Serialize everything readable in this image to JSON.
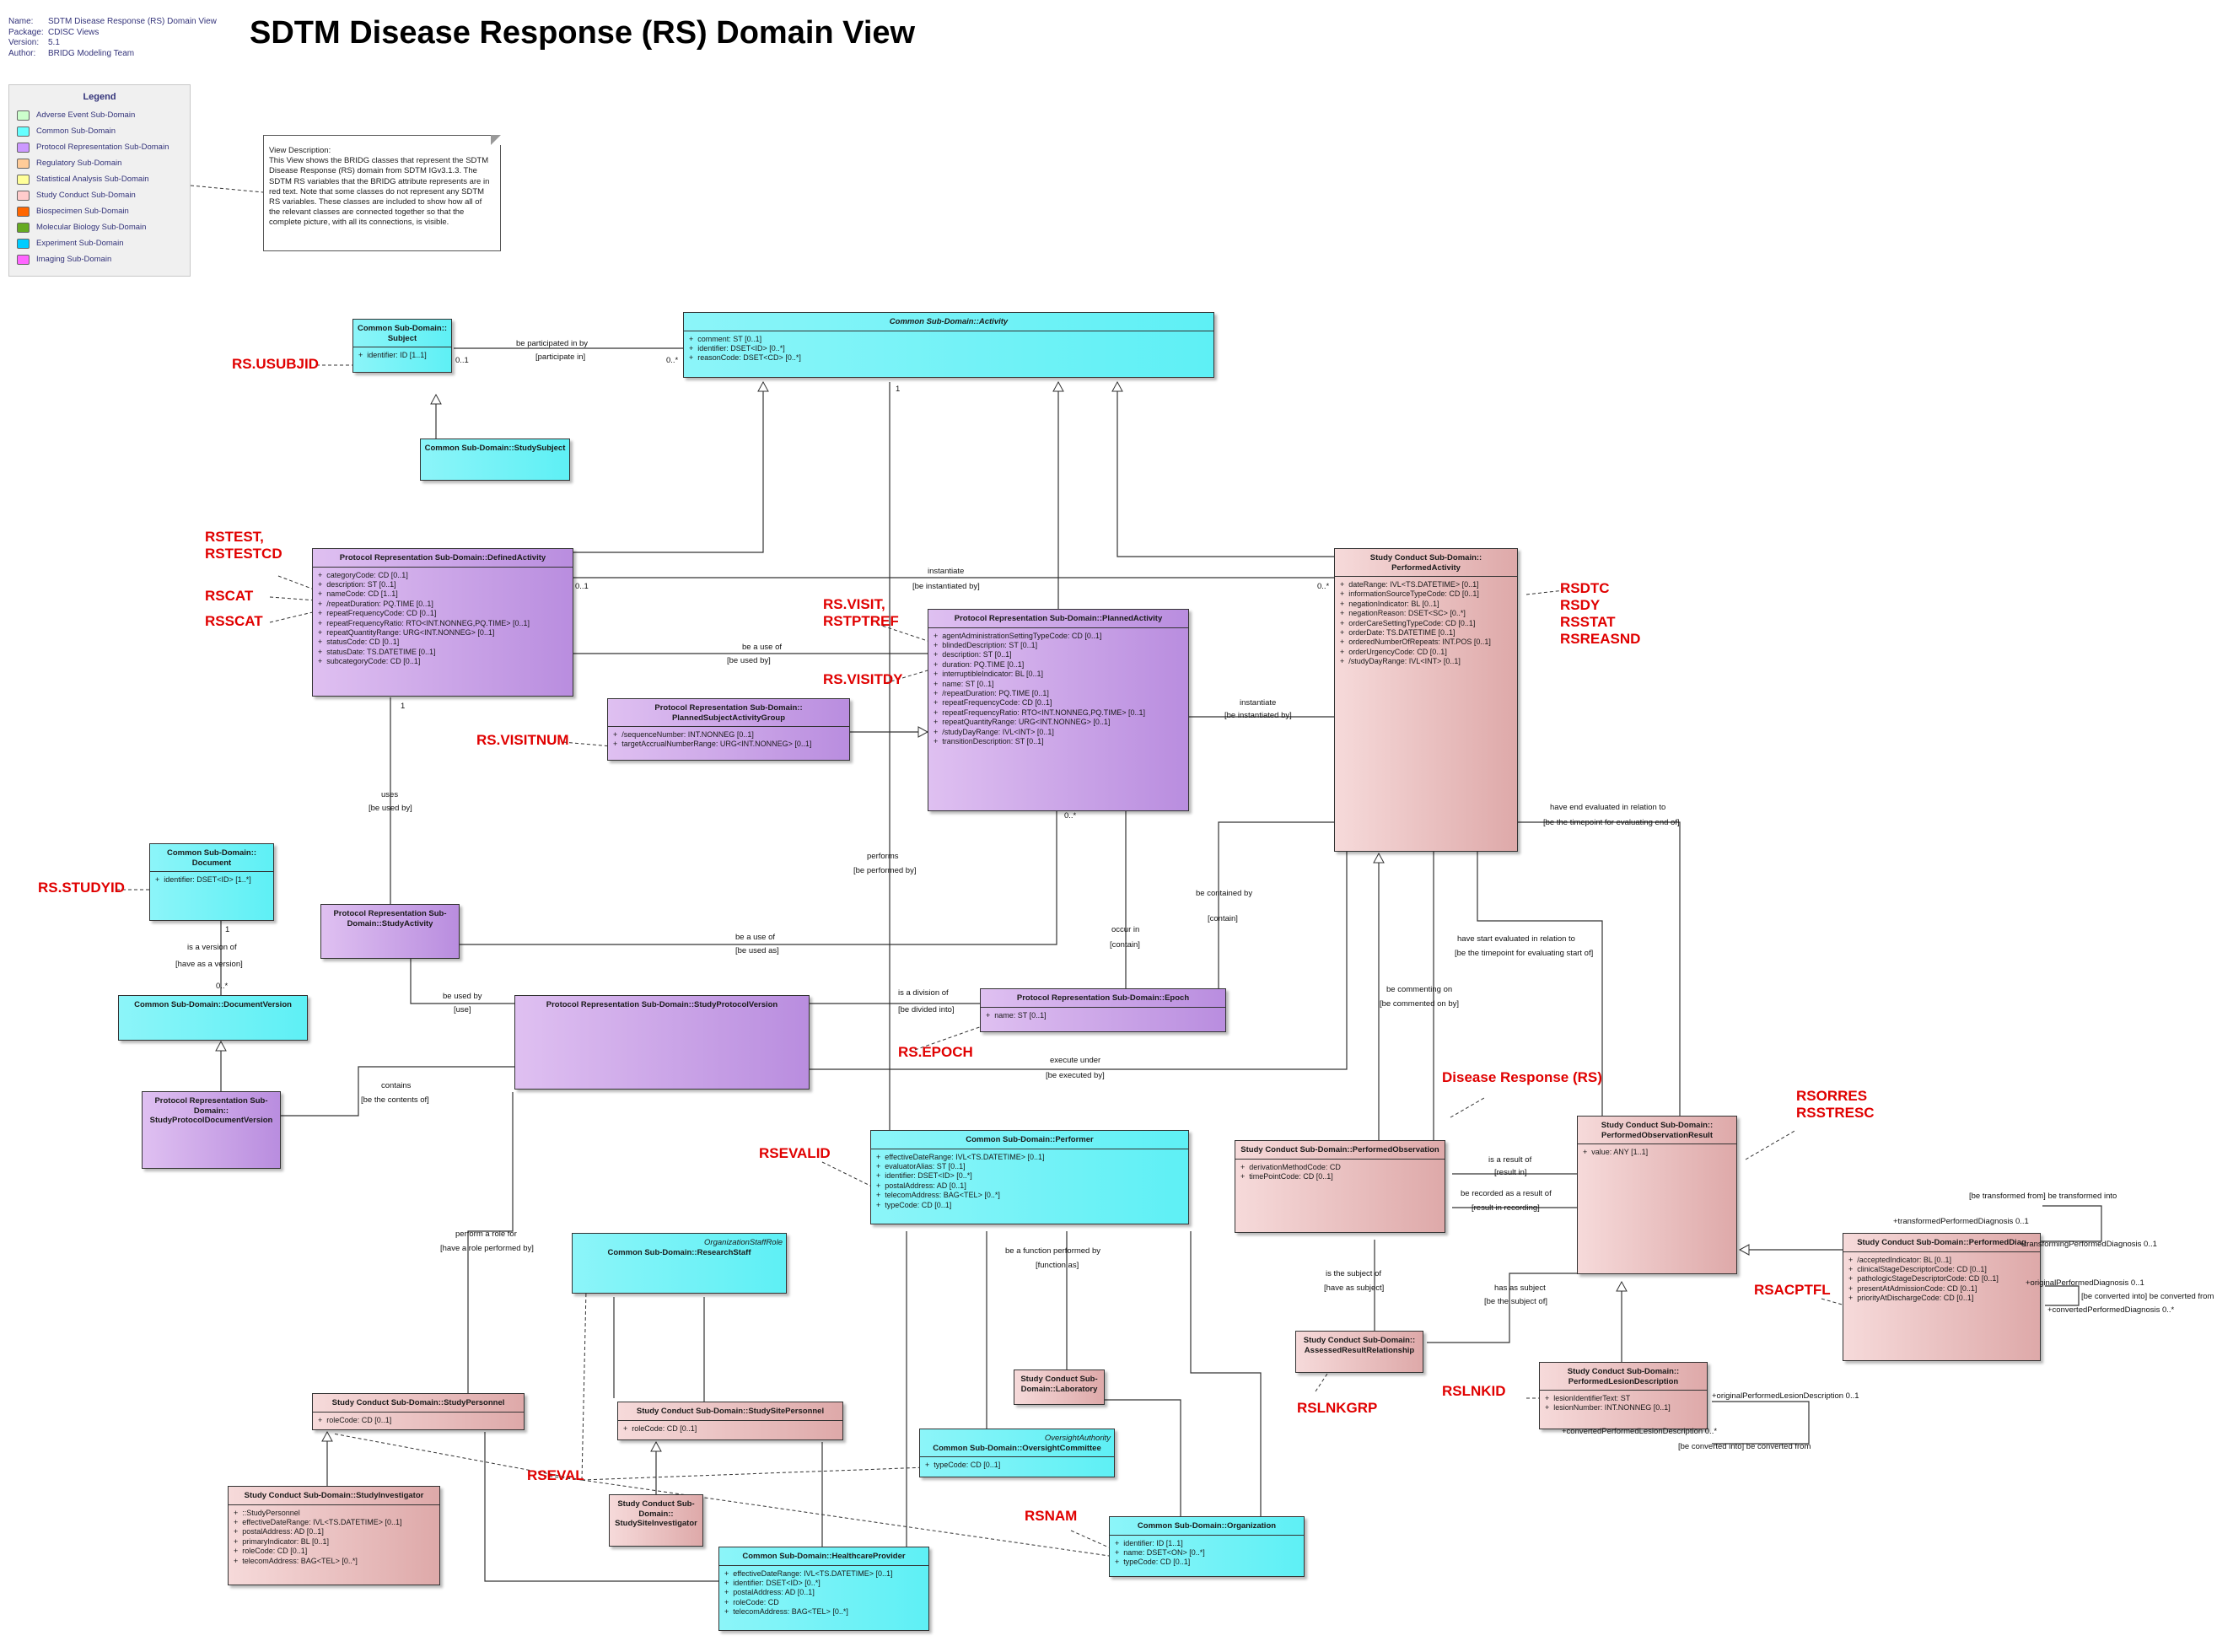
{
  "meta": {
    "name_key": "Name:",
    "name": "SDTM Disease Response (RS) Domain View",
    "package_key": "Package:",
    "package": "CDISC Views",
    "version_key": "Version:",
    "version": "5.1",
    "author_key": "Author:",
    "author": "BRIDG Modeling Team"
  },
  "title": "SDTM Disease Response (RS) Domain View",
  "legend": {
    "title": "Legend",
    "items": [
      {
        "label": "Adverse Event Sub-Domain",
        "color": "#ccffcc"
      },
      {
        "label": "Common Sub-Domain",
        "color": "#66ffff"
      },
      {
        "label": "Protocol Representation Sub-Domain",
        "color": "#cc99ff"
      },
      {
        "label": "Regulatory Sub-Domain",
        "color": "#ffcc99"
      },
      {
        "label": "Statistical Analysis Sub-Domain",
        "color": "#ffff99"
      },
      {
        "label": "Study Conduct Sub-Domain",
        "color": "#ffcccc"
      },
      {
        "label": "Biospecimen Sub-Domain",
        "color": "#ff6600"
      },
      {
        "label": "Molecular Biology Sub-Domain",
        "color": "#66aa22"
      },
      {
        "label": "Experiment Sub-Domain",
        "color": "#00ccff"
      },
      {
        "label": "Imaging Sub-Domain",
        "color": "#ff66ff"
      }
    ]
  },
  "note": "View Description:\nThis View shows the BRIDG classes that represent the SDTM Disease Response (RS) domain from SDTM IGv3.1.3. The SDTM RS variables that the BRIDG attribute represents are in red text. Note that some classes do not represent any SDTM RS variables. These classes are included to show how all of the relevant classes are connected together so that the complete picture, with all its connections, is visible.",
  "classes": {
    "subject": {
      "title": "Common Sub-Domain::\nSubject",
      "attrs": [
        "identifier: ID [1..1]"
      ]
    },
    "studysubject": {
      "title": "Common Sub-Domain::StudySubject",
      "attrs": []
    },
    "activity": {
      "title": "Common Sub-Domain::Activity",
      "attrs": [
        "comment: ST [0..1]",
        "identifier: DSET<ID> [0..*]",
        "reasonCode: DSET<CD> [0..*]"
      ]
    },
    "definedactivity": {
      "title": "Protocol Representation Sub-Domain::DefinedActivity",
      "attrs": [
        "categoryCode: CD [0..1]",
        "description: ST [0..1]",
        "nameCode: CD [1..1]",
        "/repeatDuration: PQ.TIME [0..1]",
        "repeatFrequencyCode: CD [0..1]",
        "repeatFrequencyRatio: RTO<INT.NONNEG,PQ.TIME> [0..1]",
        "repeatQuantityRange: URG<INT.NONNEG> [0..1]",
        "statusCode: CD [0..1]",
        "statusDate: TS.DATETIME [0..1]",
        "subcategoryCode: CD [0..1]"
      ]
    },
    "plannedactivity": {
      "title": "Protocol Representation Sub-Domain::PlannedActivity",
      "attrs": [
        "agentAdministrationSettingTypeCode: CD [0..1]",
        "blindedDescription: ST [0..1]",
        "description: ST [0..1]",
        "duration: PQ.TIME [0..1]",
        "interruptibleIndicator: BL [0..1]",
        "name: ST [0..1]",
        "/repeatDuration: PQ.TIME [0..1]",
        "repeatFrequencyCode: CD [0..1]",
        "repeatFrequencyRatio: RTO<INT.NONNEG,PQ.TIME> [0..1]",
        "repeatQuantityRange: URG<INT.NONNEG> [0..1]",
        "/studyDayRange: IVL<INT> [0..1]",
        "transitionDescription: ST [0..1]"
      ]
    },
    "plannedgroup": {
      "title": "Protocol Representation Sub-Domain::\nPlannedSubjectActivityGroup",
      "attrs": [
        "/sequenceNumber: INT.NONNEG [0..1]",
        "targetAccrualNumberRange: URG<INT.NONNEG> [0..1]"
      ]
    },
    "performedactivity": {
      "title": "Study Conduct Sub-Domain::\nPerformedActivity",
      "attrs": [
        "dateRange: IVL<TS.DATETIME> [0..1]",
        "informationSourceTypeCode: CD [0..1]",
        "negationIndicator: BL [0..1]",
        "negationReason: DSET<SC> [0..*]",
        "orderCareSettingTypeCode: CD [0..1]",
        "orderDate: TS.DATETIME [0..1]",
        "orderedNumberOfRepeats: INT.POS [0..1]",
        "orderUrgencyCode: CD [0..1]",
        "/studyDayRange: IVL<INT> [0..1]"
      ]
    },
    "document": {
      "title": "Common Sub-Domain::\nDocument",
      "attrs": [
        "identifier: DSET<ID> [1..*]"
      ]
    },
    "studyactivity": {
      "title": "Protocol Representation Sub-\nDomain::StudyActivity",
      "attrs": []
    },
    "documentversion": {
      "title": "Common Sub-Domain::DocumentVersion",
      "attrs": []
    },
    "studyprotocolversion": {
      "title": "Protocol Representation Sub-Domain::StudyProtocolVersion",
      "attrs": []
    },
    "spdocversion": {
      "title": "Protocol Representation Sub-\nDomain::\nStudyProtocolDocumentVersion",
      "attrs": []
    },
    "epoch": {
      "title": "Protocol Representation Sub-Domain::Epoch",
      "attrs": [
        "name: ST [0..1]"
      ]
    },
    "performer": {
      "title": "Common Sub-Domain::Performer",
      "attrs": [
        "effectiveDateRange: IVL<TS.DATETIME> [0..1]",
        "evaluatorAlias: ST [0..1]",
        "identifier: DSET<ID> [0..*]",
        "postalAddress: AD [0..1]",
        "telecomAddress: BAG<TEL> [0..*]",
        "typeCode: CD [0..1]"
      ]
    },
    "performedobservation": {
      "title": "Study Conduct Sub-Domain::PerformedObservation",
      "attrs": [
        "derivationMethodCode: CD",
        "timePointCode: CD [0..1]"
      ]
    },
    "performedobservationresult": {
      "title": "Study Conduct Sub-Domain::\nPerformedObservationResult",
      "attrs": [
        "value: ANY [1..1]"
      ]
    },
    "researchstaff": {
      "stereo": "OrganizationStaffRole",
      "title": "Common Sub-Domain::ResearchStaff",
      "attrs": []
    },
    "studypersonnel": {
      "title": "Study Conduct Sub-Domain::StudyPersonnel",
      "attrs": [
        "roleCode: CD [0..1]"
      ]
    },
    "studysitepersonnel": {
      "title": "Study Conduct Sub-Domain::StudySitePersonnel",
      "attrs": [
        "roleCode: CD [0..1]"
      ]
    },
    "studyinvestigator": {
      "title": "Study Conduct Sub-Domain::StudyInvestigator",
      "attrs": [
        "::StudyPersonnel",
        "effectiveDateRange: IVL<TS.DATETIME> [0..1]",
        "postalAddress: AD [0..1]",
        "primaryIndicator: BL [0..1]",
        "roleCode: CD [0..1]",
        "telecomAddress: BAG<TEL> [0..*]"
      ]
    },
    "studysiteinvestigator": {
      "title": "Study Conduct Sub-\nDomain::\nStudySiteInvestigator",
      "attrs": []
    },
    "laboratory": {
      "title": "Study Conduct Sub-\nDomain::Laboratory",
      "attrs": []
    },
    "oversightcommittee": {
      "stereo": "OversightAuthority",
      "title": "Common Sub-Domain::OversightCommittee",
      "attrs": [
        "typeCode: CD [0..1]"
      ]
    },
    "healthcareprovider": {
      "title": "Common Sub-Domain::HealthcareProvider",
      "attrs": [
        "effectiveDateRange: IVL<TS.DATETIME> [0..1]",
        "identifier: DSET<ID> [0..*]",
        "postalAddress: AD [0..1]",
        "roleCode: CD",
        "telecomAddress: BAG<TEL> [0..*]"
      ]
    },
    "organization": {
      "title": "Common Sub-Domain::Organization",
      "attrs": [
        "identifier: ID [1..1]",
        "name: DSET<ON> [0..*]",
        "typeCode: CD [0..1]"
      ]
    },
    "assessedresult": {
      "title": "Study Conduct Sub-Domain::\nAssessedResultRelationship",
      "attrs": []
    },
    "performeddiagnosis": {
      "title": "Study Conduct Sub-Domain::PerformedDiag",
      "attrs": [
        "/acceptedIndicator: BL [0..1]",
        "clinicalStageDescriptorCode: CD [0..1]",
        "pathologicStageDescriptorCode: CD [0..1]",
        "presentAtAdmissionCode: CD [0..1]",
        "priorityAtDischargeCode: CD [0..1]"
      ]
    },
    "lesiondescription": {
      "title": "Study Conduct Sub-Domain::\nPerformedLesionDescription",
      "attrs": [
        "lesionIdentifierText: ST",
        "lesionNumber: INT.NONNEG [0..1]"
      ]
    }
  },
  "rs_variables": {
    "usubjid": "RS.USUBJID",
    "rstest": "RSTEST,\nRSTESTCD",
    "rscat": "RSCAT",
    "rsscat": "RSSCAT",
    "visit": "RS.VISIT,\nRSTPTREF",
    "visitdy": "RS.VISITDY",
    "visitnum": "RS.VISITNUM",
    "studyid": "RS.STUDYID",
    "epoch": "RS.EPOCH",
    "rsdtc": "RSDTC\nRSDY\nRSSTAT\nRSREASND",
    "domain": "Disease Response (RS)",
    "rsorres": "RSORRES\nRSSTRESC",
    "rsevalid": "RSEVALID",
    "rseval": "RSEVAL",
    "rsnam": "RSNAM",
    "rslnkgrp": "RSLNKGRP",
    "rslnkid": "RSLNKID",
    "rsacptfl": "RSACPTFL"
  },
  "labels": {
    "l1": "be participated in by",
    "l2": "[participate in]",
    "l3": "0..1",
    "l4": "0..*",
    "l5": "1",
    "l6": "instantiate",
    "l7": "[be instantiated by]",
    "l8": "be a use of",
    "l9": "[be used by]",
    "l10": "instantiate",
    "l11": "[be instantiated by]",
    "l12": "uses",
    "l13": "[be used by]",
    "l14": "1",
    "l15": "is a version of",
    "l16": "[have as a version]",
    "l17": "0..*",
    "l18": "be a use of",
    "l19": "[be used as]",
    "l20": "be used by",
    "l21": "[use]",
    "l22": "is a division of",
    "l23": "[be divided into]",
    "l24": "contains",
    "l25": "[be the contents of]",
    "l26": "execute under",
    "l27": "[be executed by]",
    "l28": "performs",
    "l29": "[be performed by]",
    "l30": "occur in",
    "l31": "[contain]",
    "l32": "be contained by",
    "l33": "[contain]",
    "l34": "have end evaluated in relation to",
    "l35": "[be the timepoint for evaluating end of]",
    "l36": "have start evaluated in relation to",
    "l37": "[be the timepoint for evaluating start of]",
    "l38": "be commenting on",
    "l39": "[be commented on by]",
    "l40": "is a result of",
    "l41": "[result in]",
    "l42": "be recorded as a result of",
    "l43": "[result in recording]",
    "l44": "is the subject of",
    "l45": "[have as subject]",
    "l46": "has as subject",
    "l47": "[be the subject of]",
    "l48": "perform a role for",
    "l49": "[have a role performed by]",
    "l50": "be a function performed by",
    "l51": "[function as]",
    "l52": "[be transformed from] be transformed into",
    "l53": "+transformedPerformedDiagnosis 0..1",
    "l54": "+transformingPerformedDiagnosis 0..1",
    "l55": "+originalPerformedDiagnosis 0..1",
    "l56": "[be converted into] be converted from",
    "l57": "+convertedPerformedDiagnosis 0..*",
    "l58": "+originalPerformedLesionDescription 0..1",
    "l59": "+convertedPerformedLesionDescription 0..*",
    "l60": "[be converted into] be converted from",
    "l61": "0..1",
    "l62": "0..*",
    "l63": "1",
    "l64": "0..*"
  }
}
